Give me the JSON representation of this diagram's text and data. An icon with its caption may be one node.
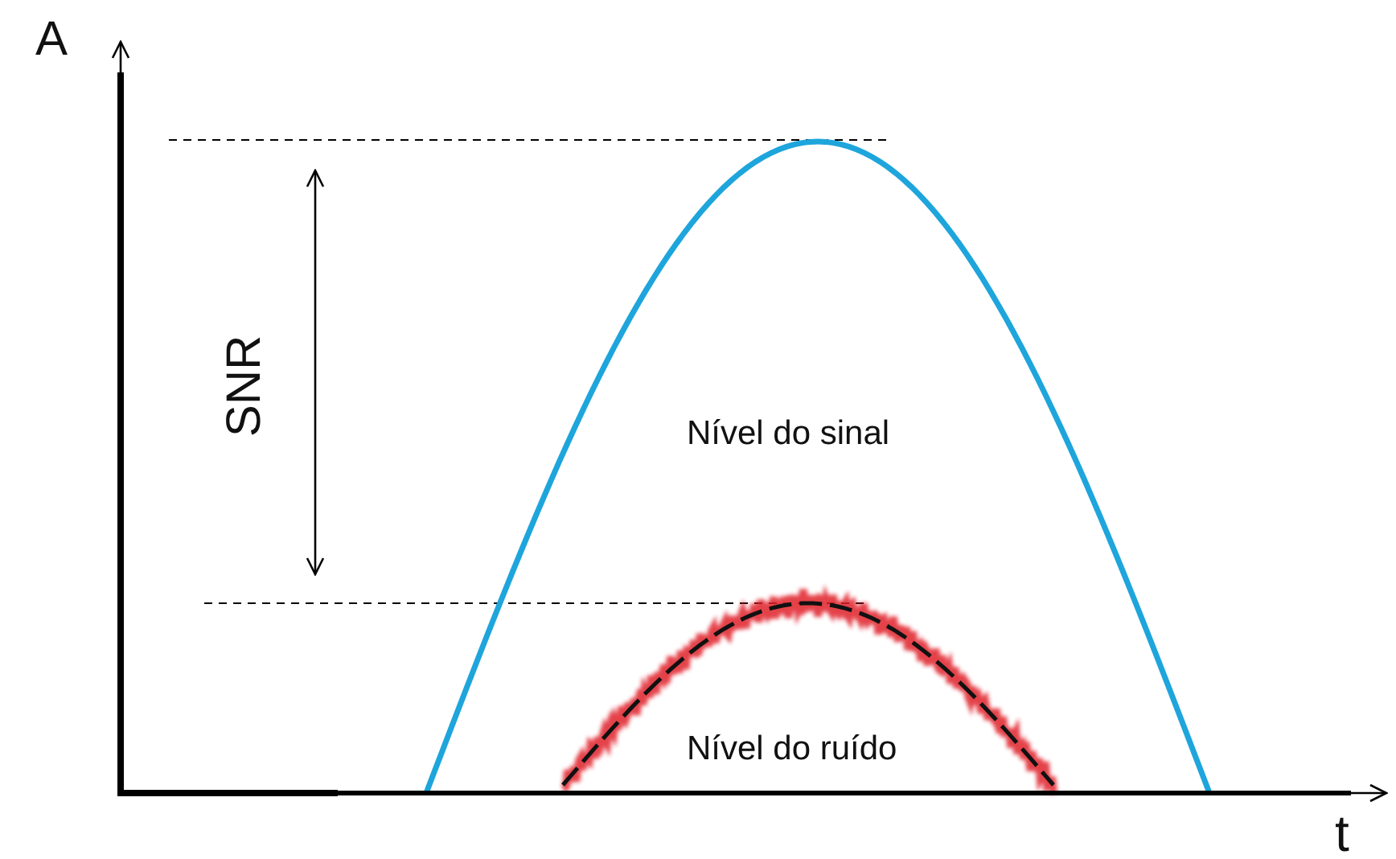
{
  "diagram": {
    "labels": [
      "A",
      "SNR",
      "Nível do sinal",
      "Nível do ruído",
      "t"
    ]
  }
}
